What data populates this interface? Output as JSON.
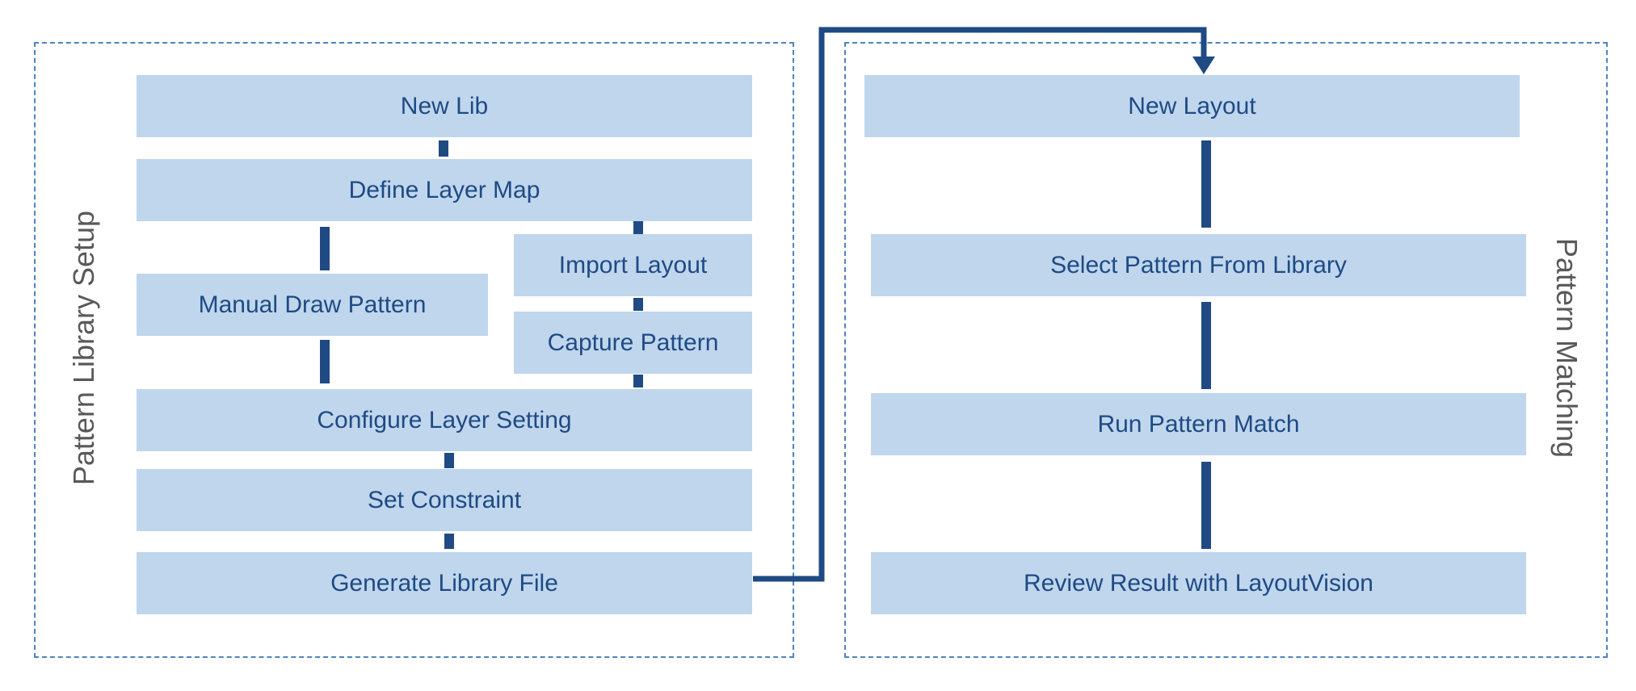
{
  "colors": {
    "panel_border": "#4f82be",
    "box_fill": "#bfd6ed",
    "box_text": "#1f4a84",
    "connector": "#1f4a84",
    "panel_label": "#595959",
    "background": "#ffffff"
  },
  "panels": {
    "setup": {
      "label": "Pattern Library Setup"
    },
    "matching": {
      "label": "Pattern Matching"
    }
  },
  "setup_steps": {
    "new_lib": "New Lib",
    "define_layer_map": "Define Layer Map",
    "manual_draw_pattern": "Manual Draw Pattern",
    "import_layout": "Import Layout",
    "capture_pattern": "Capture Pattern",
    "configure_layer_setting": "Configure Layer Setting",
    "set_constraint": "Set Constraint",
    "generate_library_file": "Generate Library File"
  },
  "matching_steps": {
    "new_layout": "New Layout",
    "select_pattern": "Select Pattern From Library",
    "run_pattern_match": "Run Pattern Match",
    "review_result": "Review Result with LayoutVision"
  }
}
